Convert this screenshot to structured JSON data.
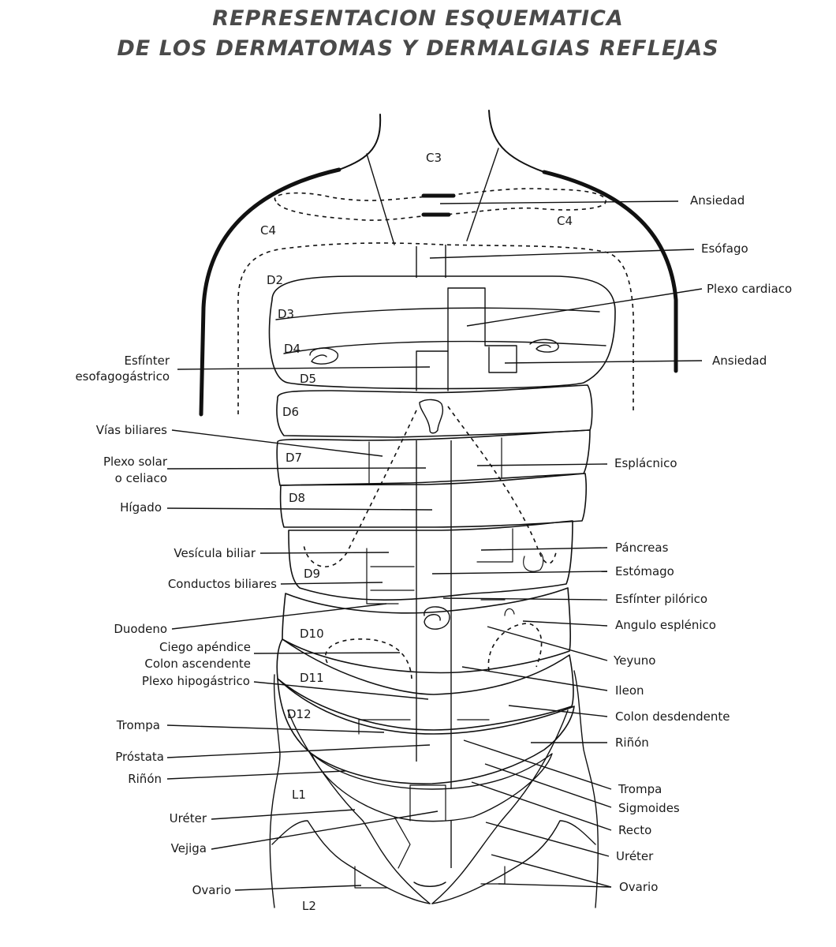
{
  "title": {
    "line1": "REPRESENTACION ESQUEMATICA",
    "line2": "DE LOS DERMATOMAS Y DERMALGIAS REFLEJAS"
  },
  "zones": [
    {
      "id": "c3",
      "text": "C3"
    },
    {
      "id": "c4-left",
      "text": "C4"
    },
    {
      "id": "c4-right",
      "text": "C4"
    },
    {
      "id": "d2",
      "text": "D2"
    },
    {
      "id": "d3",
      "text": "D3"
    },
    {
      "id": "d4",
      "text": "D4"
    },
    {
      "id": "d5",
      "text": "D5"
    },
    {
      "id": "d6",
      "text": "D6"
    },
    {
      "id": "d7",
      "text": "D7"
    },
    {
      "id": "d8",
      "text": "D8"
    },
    {
      "id": "d9",
      "text": "D9"
    },
    {
      "id": "d10",
      "text": "D10"
    },
    {
      "id": "d11",
      "text": "D11"
    },
    {
      "id": "d12",
      "text": "D12"
    },
    {
      "id": "l1",
      "text": "L1"
    },
    {
      "id": "l2",
      "text": "L2"
    }
  ],
  "labels_left": [
    {
      "id": "esfinter-esofagogastrico",
      "lines": [
        "Esfínter",
        "esofagogástrico"
      ]
    },
    {
      "id": "vias-biliares",
      "lines": [
        "Vías biliares"
      ]
    },
    {
      "id": "plexo-solar",
      "lines": [
        "Plexo solar",
        "o celiaco"
      ]
    },
    {
      "id": "higado",
      "lines": [
        "Hígado"
      ]
    },
    {
      "id": "vesicula-biliar",
      "lines": [
        "Vesícula biliar"
      ]
    },
    {
      "id": "conductos-biliares",
      "lines": [
        "Conductos biliares"
      ]
    },
    {
      "id": "duodeno",
      "lines": [
        "Duodeno"
      ]
    },
    {
      "id": "ciego-apendice",
      "lines": [
        "Ciego apéndice",
        "Colon ascendente"
      ]
    },
    {
      "id": "plexo-hipogastrico",
      "lines": [
        "Plexo hipogástrico"
      ]
    },
    {
      "id": "trompa-left",
      "lines": [
        "Trompa"
      ]
    },
    {
      "id": "prostata",
      "lines": [
        "Próstata"
      ]
    },
    {
      "id": "rinon-left",
      "lines": [
        "Riñón"
      ]
    },
    {
      "id": "ureter-left",
      "lines": [
        "Uréter"
      ]
    },
    {
      "id": "vejiga",
      "lines": [
        "Vejiga"
      ]
    },
    {
      "id": "ovario-left",
      "lines": [
        "Ovario"
      ]
    }
  ],
  "labels_right": [
    {
      "id": "ansiedad-top",
      "lines": [
        "Ansiedad"
      ]
    },
    {
      "id": "esofago",
      "lines": [
        "Esófago"
      ]
    },
    {
      "id": "plexo-cardiaco",
      "lines": [
        "Plexo cardiaco"
      ]
    },
    {
      "id": "ansiedad-mid",
      "lines": [
        "Ansiedad"
      ]
    },
    {
      "id": "esplacnico",
      "lines": [
        "Esplácnico"
      ]
    },
    {
      "id": "pancreas",
      "lines": [
        "Páncreas"
      ]
    },
    {
      "id": "estomago",
      "lines": [
        "Estómago"
      ]
    },
    {
      "id": "esfinter-pilorico",
      "lines": [
        "Esfínter pilórico"
      ]
    },
    {
      "id": "angulo-esplenico",
      "lines": [
        "Angulo esplénico"
      ]
    },
    {
      "id": "yeyuno",
      "lines": [
        "Yeyuno"
      ]
    },
    {
      "id": "ileon",
      "lines": [
        "Ileon"
      ]
    },
    {
      "id": "colon-desdendente",
      "lines": [
        "Colon desdendente"
      ]
    },
    {
      "id": "rinon-right",
      "lines": [
        "Riñón"
      ]
    },
    {
      "id": "trompa-right",
      "lines": [
        "Trompa"
      ]
    },
    {
      "id": "sigmoides",
      "lines": [
        "Sigmoides"
      ]
    },
    {
      "id": "recto",
      "lines": [
        "Recto"
      ]
    },
    {
      "id": "ureter-right",
      "lines": [
        "Uréter"
      ]
    },
    {
      "id": "ovario-right",
      "lines": [
        "Ovario"
      ]
    }
  ]
}
